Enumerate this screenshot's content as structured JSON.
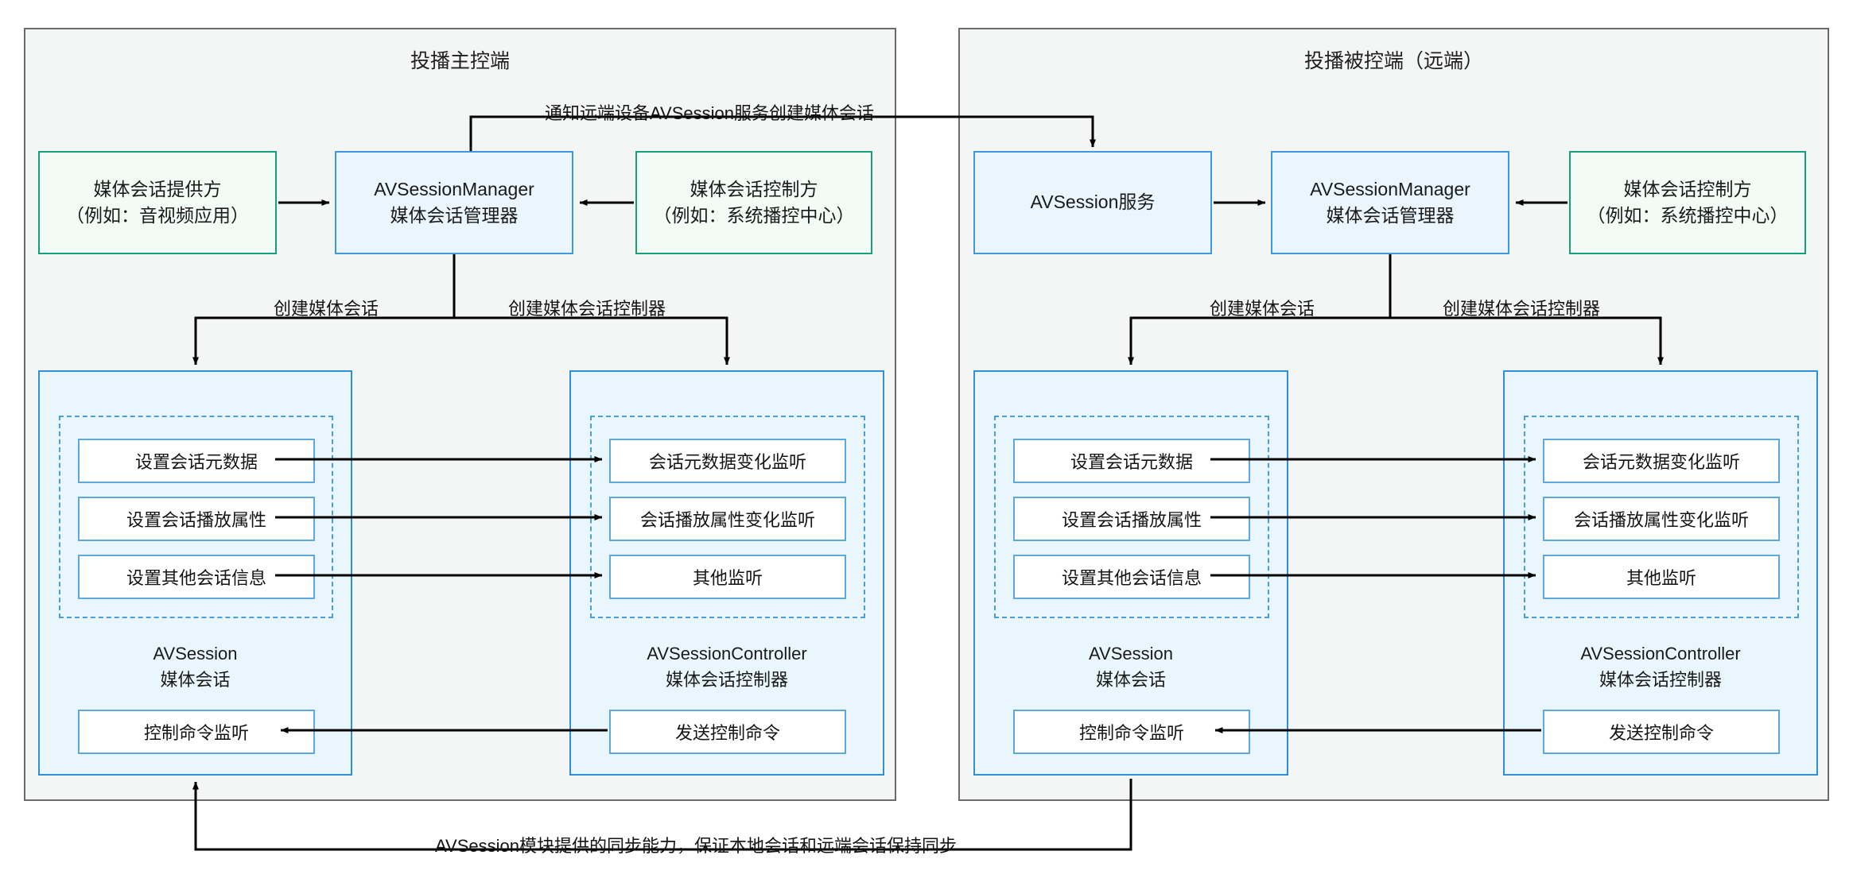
{
  "diagram": {
    "title_local": "投播主控端",
    "title_remote": "投播被控端（远端）",
    "cross_label": "通知远端设备AVSession服务创建媒体会话",
    "bottom_label": "AVSession模块提供的同步能力，保证本地会话和远端会话保持同步",
    "colors": {
      "panel_bg": "#f4f5f5",
      "panel_border": "#6b6b6b",
      "green_border": "#14a07b",
      "green_bg": "#f2fbf5",
      "blue_border": "#3d9ae2",
      "blue_bg": "#eaf5fe",
      "container_border": "#2f8fd8",
      "container_bg": "#eaf6fe",
      "dashed_border": "#4c9dd8",
      "leaf_border": "#5da8dc",
      "leaf_bg": "#ffffff",
      "arrow": "#000000"
    }
  },
  "local": {
    "provider": {
      "line1": "媒体会话提供方",
      "line2": "（例如：音视频应用）"
    },
    "manager": {
      "line1": "AVSessionManager",
      "line2": "媒体会话管理器"
    },
    "controller_party": {
      "line1": "媒体会话控制方",
      "line2": "（例如：系统播控中心）"
    },
    "edge_create_session": "创建媒体会话",
    "edge_create_controller": "创建媒体会话控制器",
    "session": {
      "caption_line1": "AVSession",
      "caption_line2": "媒体会话",
      "items": [
        "设置会话元数据",
        "设置会话播放属性",
        "设置其他会话信息"
      ],
      "bottom_item": "控制命令监听"
    },
    "controller": {
      "caption_line1": "AVSessionController",
      "caption_line2": "媒体会话控制器",
      "items": [
        "会话元数据变化监听",
        "会话播放属性变化监听",
        "其他监听"
      ],
      "bottom_item": "发送控制命令"
    }
  },
  "remote": {
    "service": {
      "line1": "AVSession服务",
      "line2": ""
    },
    "manager": {
      "line1": "AVSessionManager",
      "line2": "媒体会话管理器"
    },
    "controller_party": {
      "line1": "媒体会话控制方",
      "line2": "（例如：系统播控中心）"
    },
    "edge_create_session": "创建媒体会话",
    "edge_create_controller": "创建媒体会话控制器",
    "session": {
      "caption_line1": "AVSession",
      "caption_line2": "媒体会话",
      "items": [
        "设置会话元数据",
        "设置会话播放属性",
        "设置其他会话信息"
      ],
      "bottom_item": "控制命令监听"
    },
    "controller": {
      "caption_line1": "AVSessionController",
      "caption_line2": "媒体会话控制器",
      "items": [
        "会话元数据变化监听",
        "会话播放属性变化监听",
        "其他监听"
      ],
      "bottom_item": "发送控制命令"
    }
  }
}
